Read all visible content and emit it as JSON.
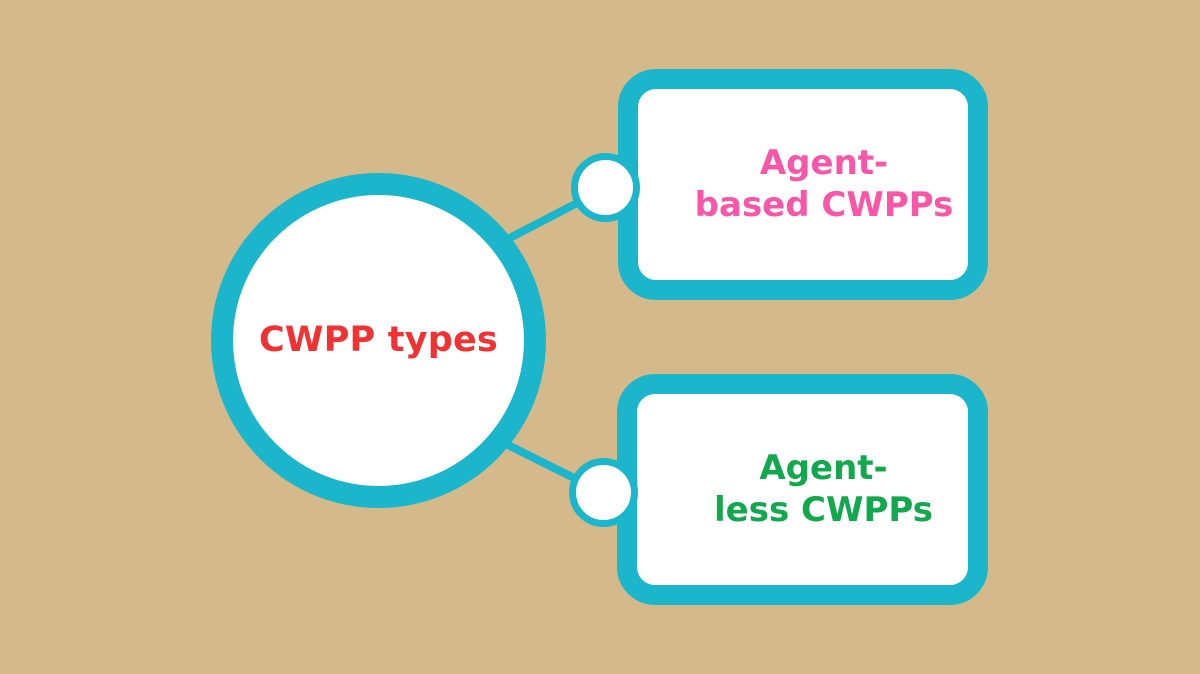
{
  "diagram": {
    "type": "mind-map",
    "background_color": "#d4ba8b",
    "accent_color": "#1bb5cc",
    "root": {
      "id": "cwpp-types",
      "label": "CWPP types",
      "text_color": "#f03232",
      "shape": "circle",
      "fill": "#ffffff"
    },
    "branches": [
      {
        "id": "agent-based-cwpps",
        "label": "Agent-\nbased CWPPs",
        "text_color": "#f857a8",
        "shape": "rounded-rect",
        "fill": "#ffffff",
        "position": "top-right",
        "connector": "knob-circle"
      },
      {
        "id": "agent-less-cwpps",
        "label": "Agent-\nless CWPPs",
        "text_color": "#12a84e",
        "shape": "rounded-rect",
        "fill": "#ffffff",
        "position": "bottom-right",
        "connector": "knob-circle"
      }
    ]
  }
}
